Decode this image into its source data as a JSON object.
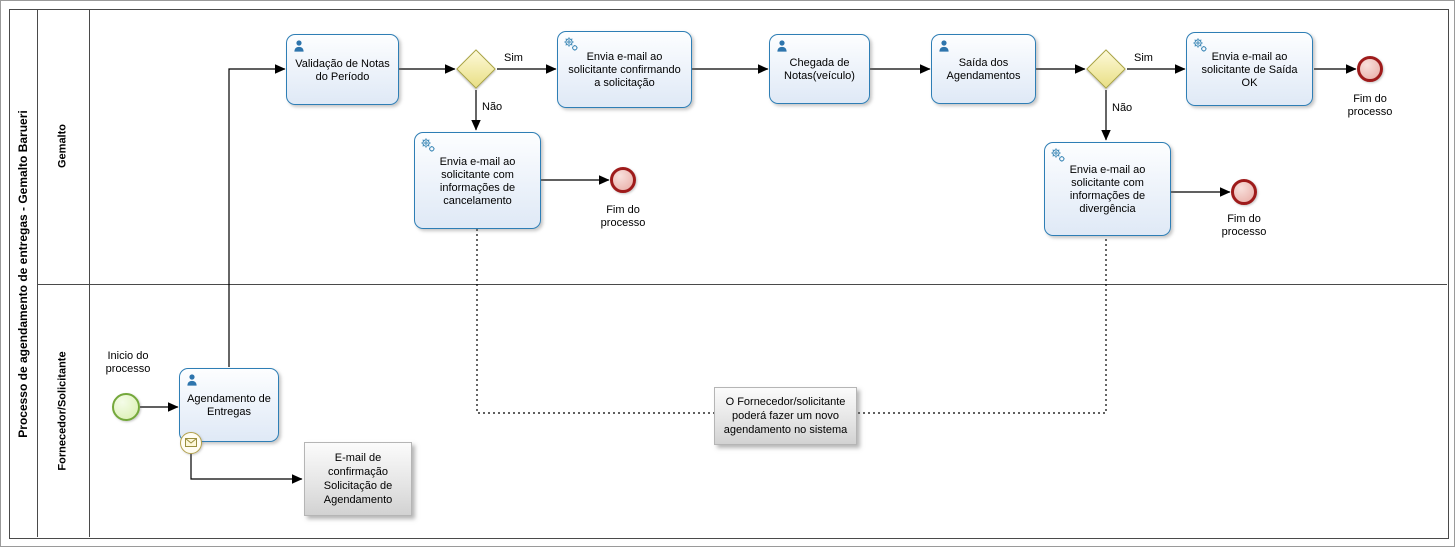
{
  "pool": {
    "title": "Processo de agendamento de entregas  - Gemalto Barueri",
    "lanes": {
      "top": "Gemalto",
      "bottom": "Fornecedor/Solicitante"
    }
  },
  "nodes": {
    "start_label": "Inicio do processo",
    "agendamento": "Agendamento de Entregas",
    "validacao": "Validação de Notas do Período",
    "email_confirma": "Envia e-mail ao solicitante confirmando a solicitação",
    "chegada": "Chegada de Notas(veículo)",
    "saida": "Saída dos Agendamentos",
    "email_saida_ok": "Envia e-mail ao solicitante de Saída OK",
    "email_cancelamento": "Envia e-mail ao solicitante com informações de cancelamento",
    "email_divergencia": "Envia e-mail ao solicitante com informações de divergência",
    "fim1": "Fim do processo",
    "fim2": "Fim do processo",
    "fim3": "Fim do processo"
  },
  "edges": {
    "g1_sim": "Sim",
    "g1_nao": "Não",
    "g2_sim": "Sim",
    "g2_nao": "Não"
  },
  "artifacts": {
    "documento": "E-mail de confirmação Solicitação de Agendamento",
    "anotacao": "O Fornecedor/solicitante poderá fazer um novo agendamento no sistema"
  },
  "colors": {
    "task_border": "#2e7eb5",
    "gateway_border": "#a8a23e",
    "start_border": "#74a83b",
    "end_border": "#9e1b1b",
    "artifact_fill": "#e4e4e4"
  }
}
